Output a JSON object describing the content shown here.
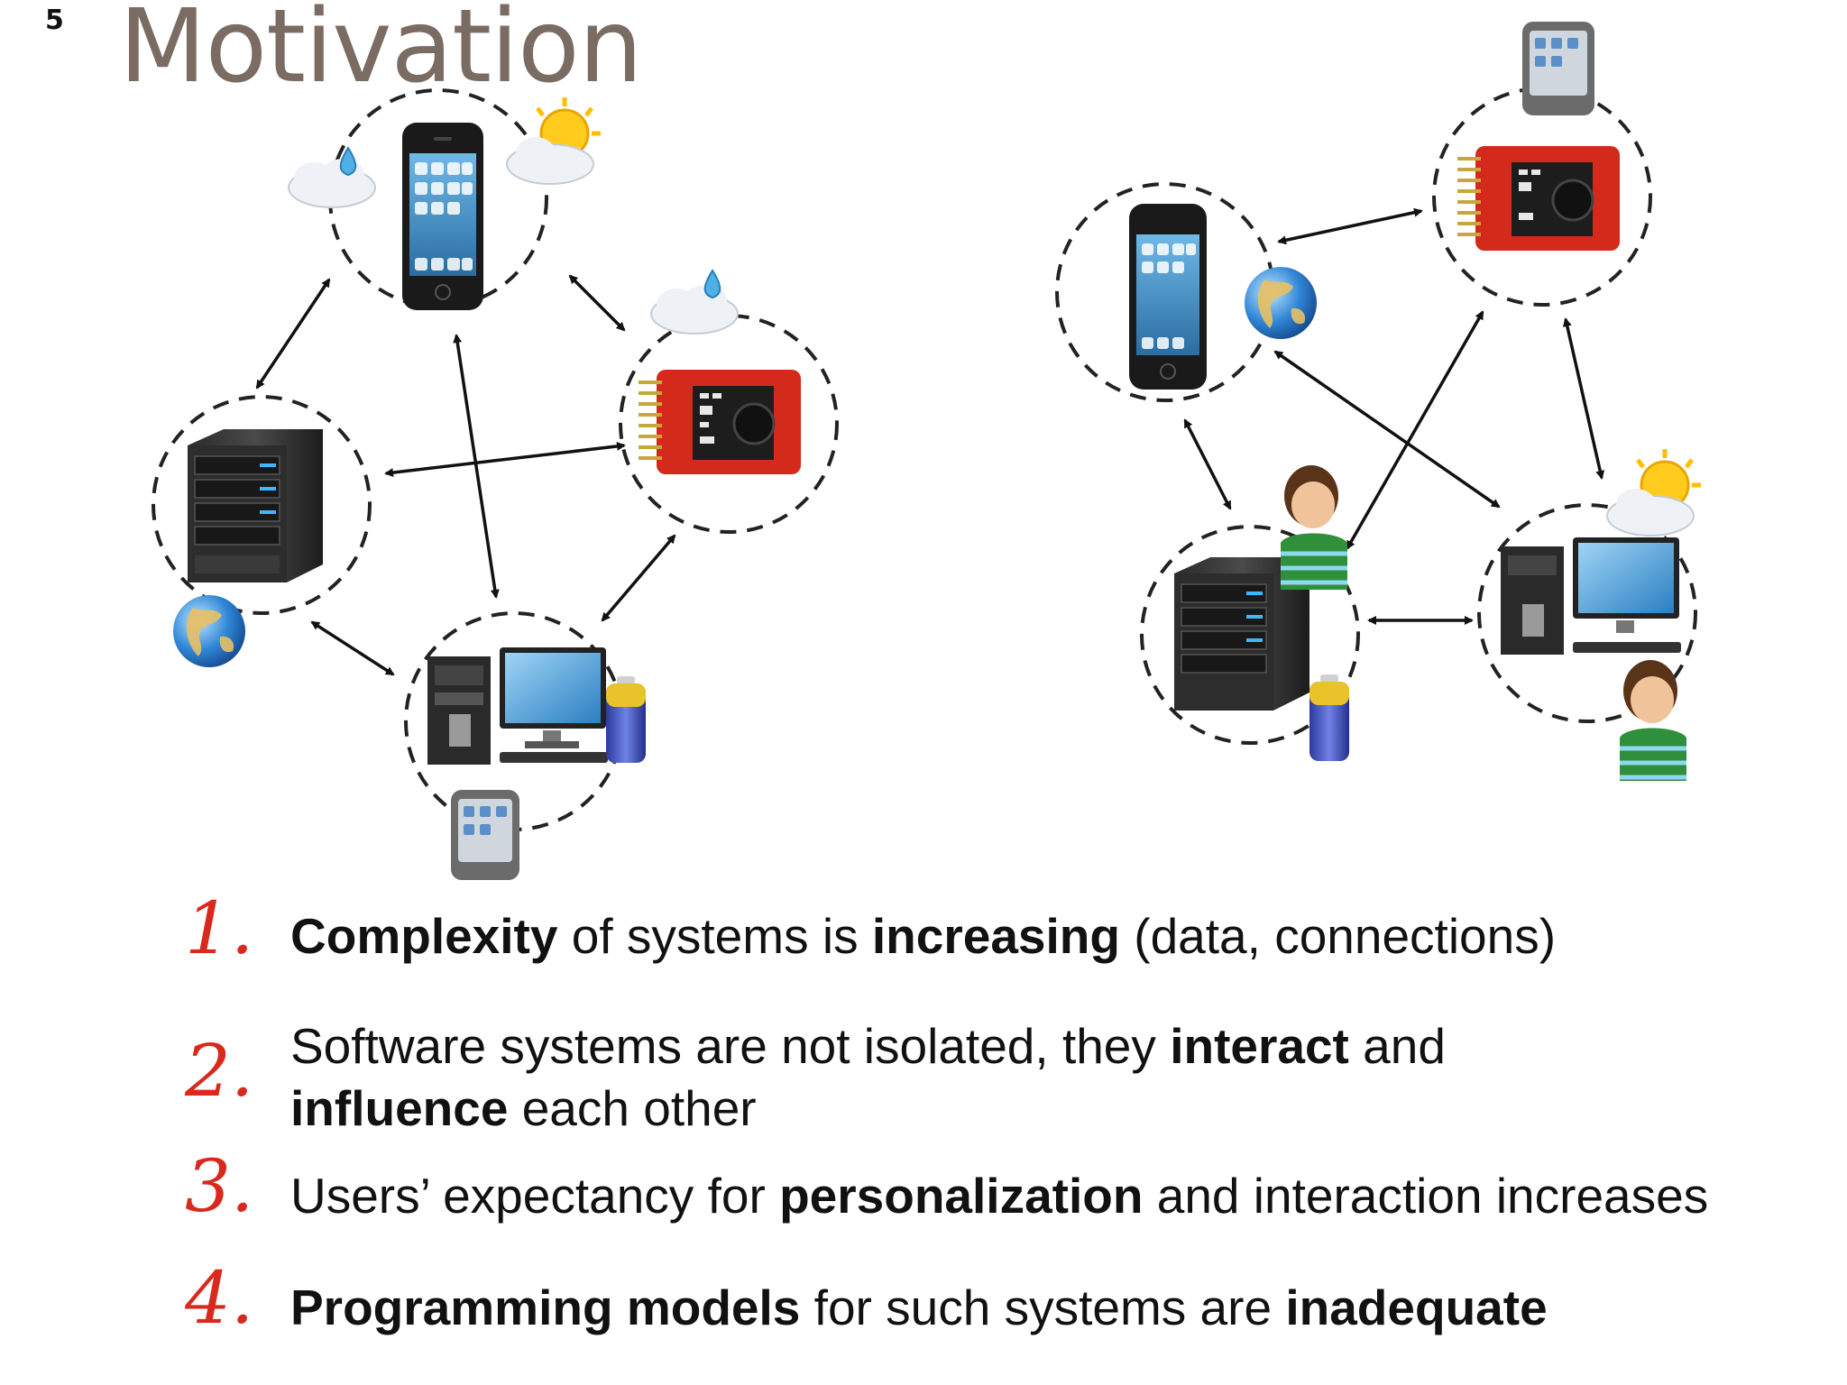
{
  "slide": {
    "number": "5",
    "title": "Motivation"
  },
  "diagram": {
    "left_network": {
      "nodes": [
        "smartphone",
        "sensor-board",
        "server",
        "desktop-computer"
      ],
      "context_icons": [
        "rain-cloud",
        "sun-cloud",
        "rain-cloud",
        "globe",
        "battery",
        "gps-navigator"
      ]
    },
    "right_network": {
      "nodes": [
        "smartphone",
        "sensor-board",
        "server",
        "desktop-computer"
      ],
      "context_icons": [
        "gps-navigator",
        "globe",
        "user-avatar",
        "battery",
        "sun-cloud",
        "user-avatar"
      ]
    }
  },
  "points": [
    {
      "marker": "1.",
      "parts": [
        {
          "text": "Complexity",
          "bold": true
        },
        {
          "text": " of systems is ",
          "bold": false
        },
        {
          "text": "increasing",
          "bold": true
        },
        {
          "text": " (data, connections)",
          "bold": false
        }
      ]
    },
    {
      "marker": "2.",
      "line1": [
        {
          "text": "Software systems are not isolated, they ",
          "bold": false
        },
        {
          "text": "interact",
          "bold": true
        },
        {
          "text": " and",
          "bold": false
        }
      ],
      "line2": [
        {
          "text": "influence",
          "bold": true
        },
        {
          "text": " each other",
          "bold": false
        }
      ]
    },
    {
      "marker": "3.",
      "parts": [
        {
          "text": "Users’ expectancy for ",
          "bold": false
        },
        {
          "text": "personalization",
          "bold": true
        },
        {
          "text": " and interaction increases",
          "bold": false
        }
      ]
    },
    {
      "marker": "4.",
      "parts": [
        {
          "text": "Programming models",
          "bold": true
        },
        {
          "text": " for such systems are ",
          "bold": false
        },
        {
          "text": "inadequate",
          "bold": true
        }
      ]
    }
  ],
  "colors": {
    "title": "#7b6c63",
    "marker": "#d9281c",
    "text": "#111111",
    "board": "#d42a1c",
    "accent_blue": "#2f9be0"
  }
}
